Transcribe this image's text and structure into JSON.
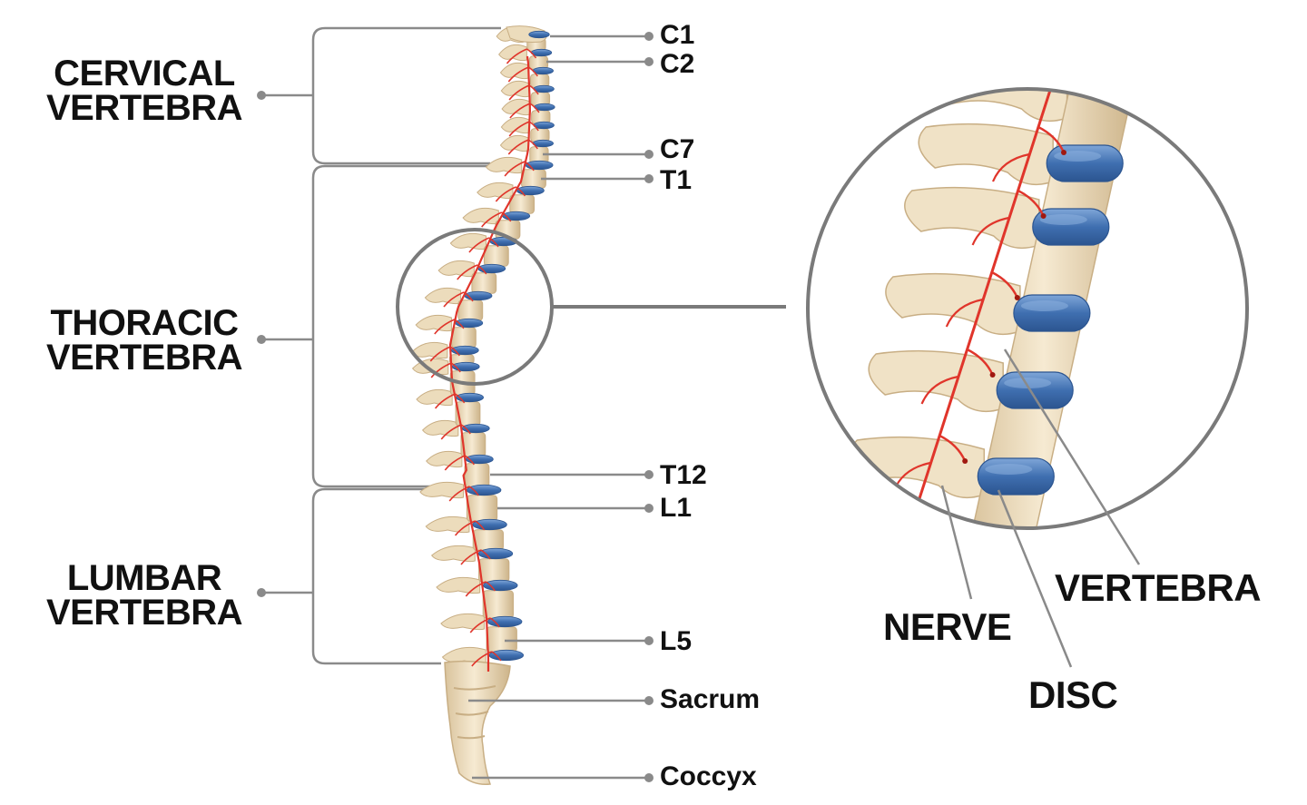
{
  "regions": {
    "cervical": {
      "line1": "CERVICAL",
      "line2": "VERTEBRA"
    },
    "thoracic": {
      "line1": "THORACIC",
      "line2": "VERTEBRA"
    },
    "lumbar": {
      "line1": "LUMBAR",
      "line2": "VERTEBRA"
    }
  },
  "vertebra_labels": {
    "c1": "C1",
    "c2": "C2",
    "c7": "C7",
    "t1": "T1",
    "t12": "T12",
    "l1": "L1",
    "l5": "L5",
    "sacrum": "Sacrum",
    "coccyx": "Coccyx"
  },
  "zoom_labels": {
    "nerve": "NERVE",
    "vertebra": "VERTEBRA",
    "disc": "DISC"
  },
  "colors": {
    "bone": "#f0e2c6",
    "bone_shadow": "#cdb690",
    "disc": "#3f6fb0",
    "disc_highlight": "#7fa6d8",
    "nerve": "#e0352b",
    "line": "#808080",
    "text": "#111111"
  }
}
